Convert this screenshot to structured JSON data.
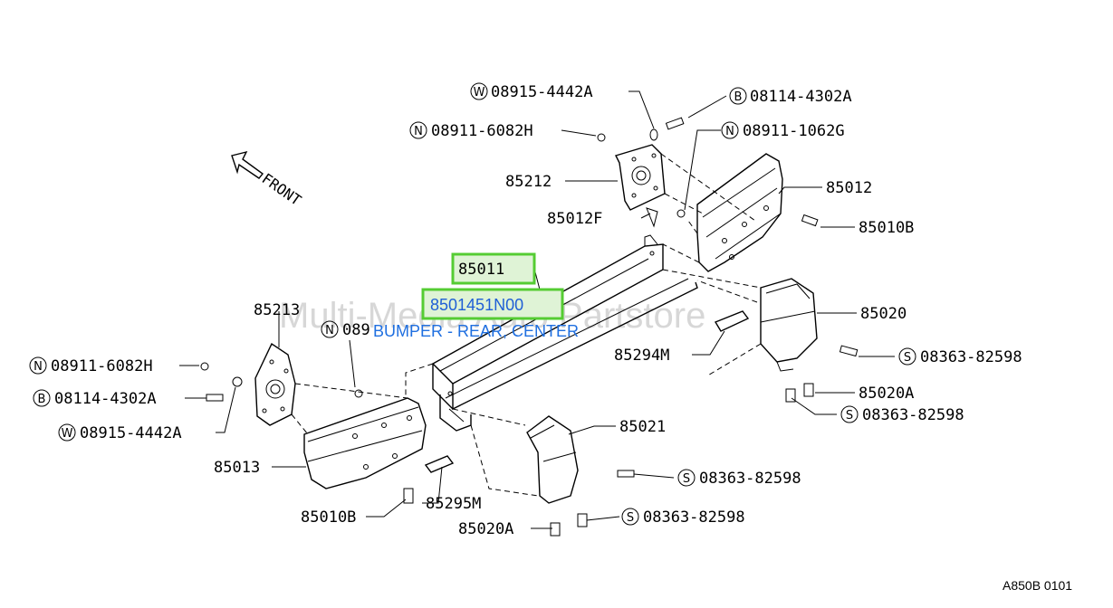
{
  "watermark": "Multi-Media Auto Partstore",
  "front_label": "FRONT",
  "footer_code": "A850B 0101",
  "highlight": {
    "part_number": "8501451N00",
    "description": "BUMPER - REAR, CENTER"
  },
  "labels": {
    "w_08915_4442A_top": "08915-4442A",
    "w_08915_4442A_top_prefix": "W",
    "b_08114_4302A_top": "08114-4302A",
    "b_08114_4302A_top_prefix": "B",
    "n_08911_6082H_top": "08911-6082H",
    "n_08911_6082H_top_prefix": "N",
    "n_08911_1062G": "08911-1062G",
    "n_08911_1062G_prefix": "N",
    "p85212": "85212",
    "p85012": "85012",
    "p85012F": "85012F",
    "p85010B_right": "85010B",
    "p85011": "85011",
    "p85020": "85020",
    "p85213": "85213",
    "n_089_partial": "089",
    "n_089_partial_prefix": "N",
    "n_08911_6082H_left": "08911-6082H",
    "n_08911_6082H_left_prefix": "N",
    "b_08114_4302A_left": "08114-4302A",
    "b_08114_4302A_left_prefix": "B",
    "w_08915_4442A_left": "08915-4442A",
    "w_08915_4442A_left_prefix": "W",
    "p85294M": "85294M",
    "s_08363_82598_a": "08363-82598",
    "s_08363_82598_a_prefix": "S",
    "p85020A_right": "85020A",
    "s_08363_82598_b": "08363-82598",
    "s_08363_82598_b_prefix": "S",
    "p85021": "85021",
    "p85013": "85013",
    "s_08363_82598_c": "08363-82598",
    "s_08363_82598_c_prefix": "S",
    "p85295M": "85295M",
    "p85010B_left": "85010B",
    "s_08363_82598_d": "08363-82598",
    "s_08363_82598_d_prefix": "S",
    "p85020A_left": "85020A"
  }
}
